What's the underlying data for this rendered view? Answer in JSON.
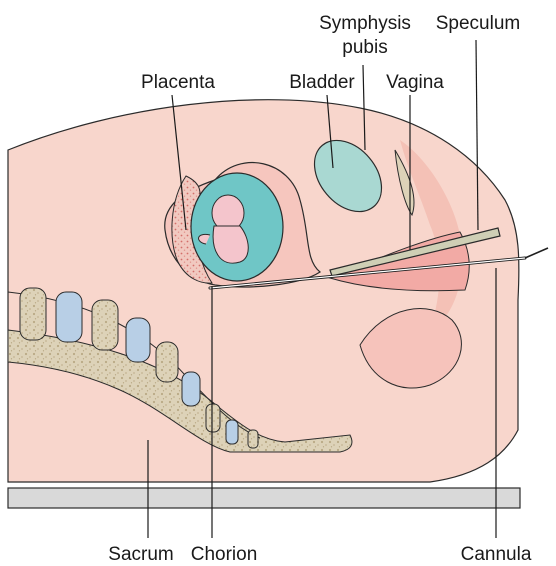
{
  "labels": {
    "symphysis_line1": "Symphysis",
    "symphysis_line2": "pubis",
    "speculum": "Speculum",
    "placenta": "Placenta",
    "bladder": "Bladder",
    "vagina": "Vagina",
    "sacrum": "Sacrum",
    "chorion": "Chorion",
    "cannula": "Cannula"
  },
  "colors": {
    "tissue": "#f8d6cc",
    "tissue_dark": "#f2b8ad",
    "amniotic": "#6fc6c6",
    "bladder": "#a9d8d2",
    "bone_bg": "#ddd2b8",
    "disc": "#b8cfe6",
    "table": "#d9d9d9"
  }
}
